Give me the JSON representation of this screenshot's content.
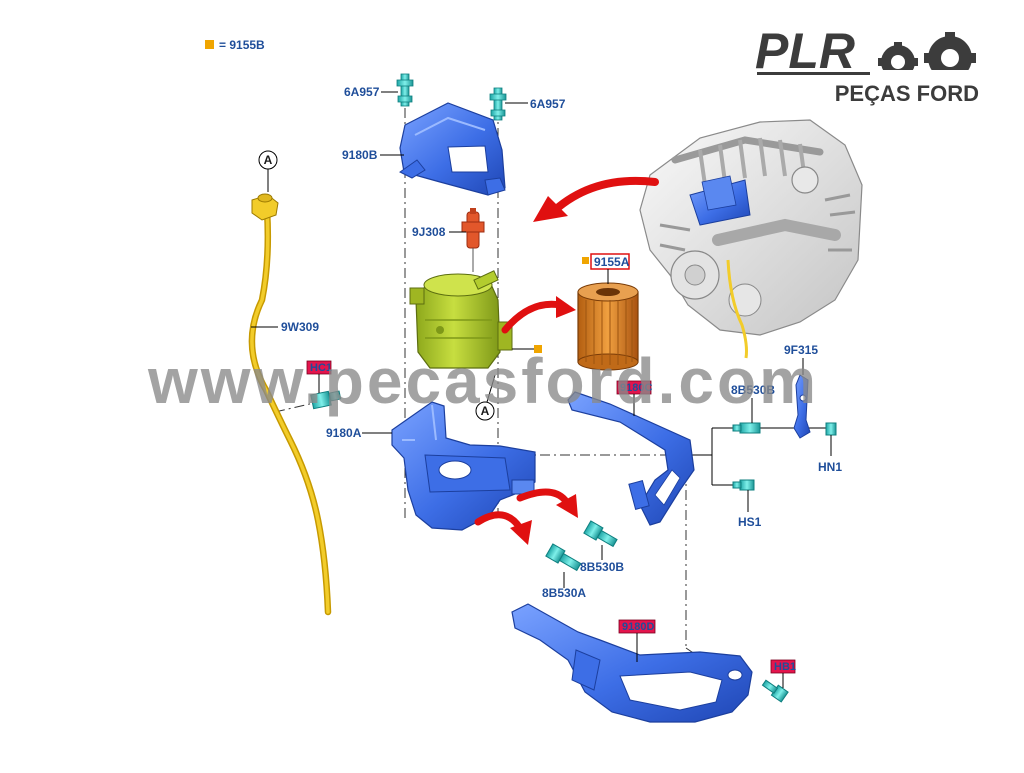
{
  "legend": {
    "swatch_color": "#f0a500",
    "text": "= 9155B"
  },
  "logo": {
    "title": "PLR",
    "subtitle": "PEÇAS FORD"
  },
  "watermark": "www.pecasford.com",
  "labels": {
    "l6a957_left": "6A957",
    "l6a957_right": "6A957",
    "l9180b": "9180B",
    "l9j308": "9J308",
    "l9155a": "9155A",
    "l9w309": "9W309",
    "lhc1": "HC1",
    "l9180c": "9180C",
    "l9180a": "9180A",
    "l8b530b_right": "8B530B",
    "l9f315": "9F315",
    "lhn1": "HN1",
    "lhs1": "HS1",
    "l8b530b": "8B530B",
    "l8b530a": "8B530A",
    "l9180d": "9180D",
    "lhb1": "HB1"
  },
  "callouts": {
    "a_top": "A",
    "a_mid": "A"
  },
  "colors": {
    "label_blue": "#1f4e9a",
    "bracket_blue": "#3f6fe0",
    "filter_green": "#b3cc2e",
    "filter_orange": "#e08a1e",
    "hose_yellow": "#f2cc2a",
    "fastener_cyan": "#3fd3d0",
    "sensor_red": "#e2572b",
    "arrow_red": "#e01010"
  }
}
